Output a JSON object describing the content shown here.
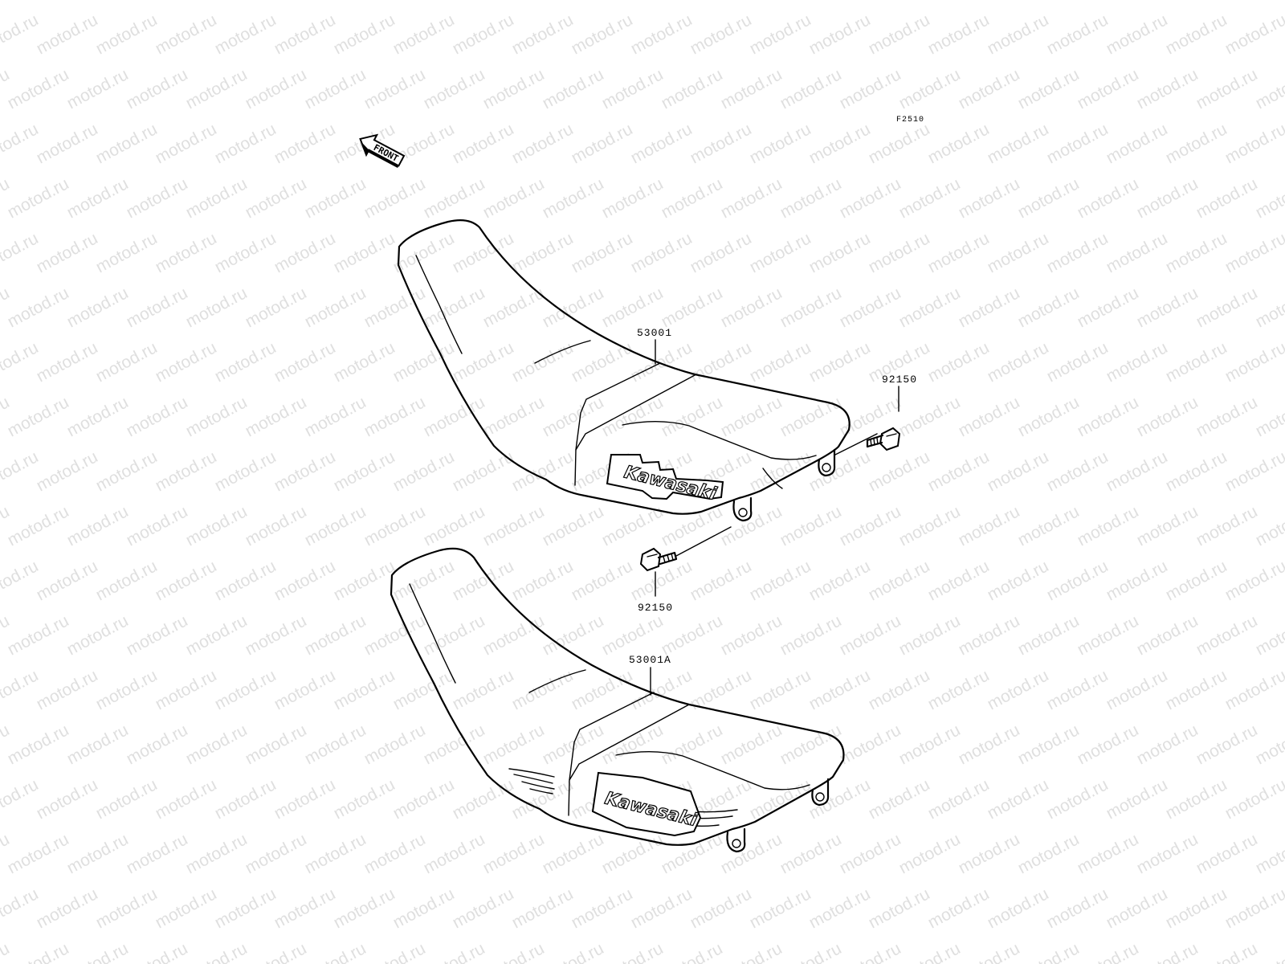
{
  "figure_code": "F2510",
  "watermark_text": "motod.ru",
  "front_arrow_label": "FRONT",
  "parts": [
    {
      "number": "53001"
    },
    {
      "number": "92150"
    },
    {
      "number": "92150"
    },
    {
      "number": "53001A"
    }
  ],
  "seat_brand_text": "Kawasaki",
  "colors": {
    "line": "#000000",
    "background": "#ffffff",
    "watermark": "#c6c6c6"
  }
}
